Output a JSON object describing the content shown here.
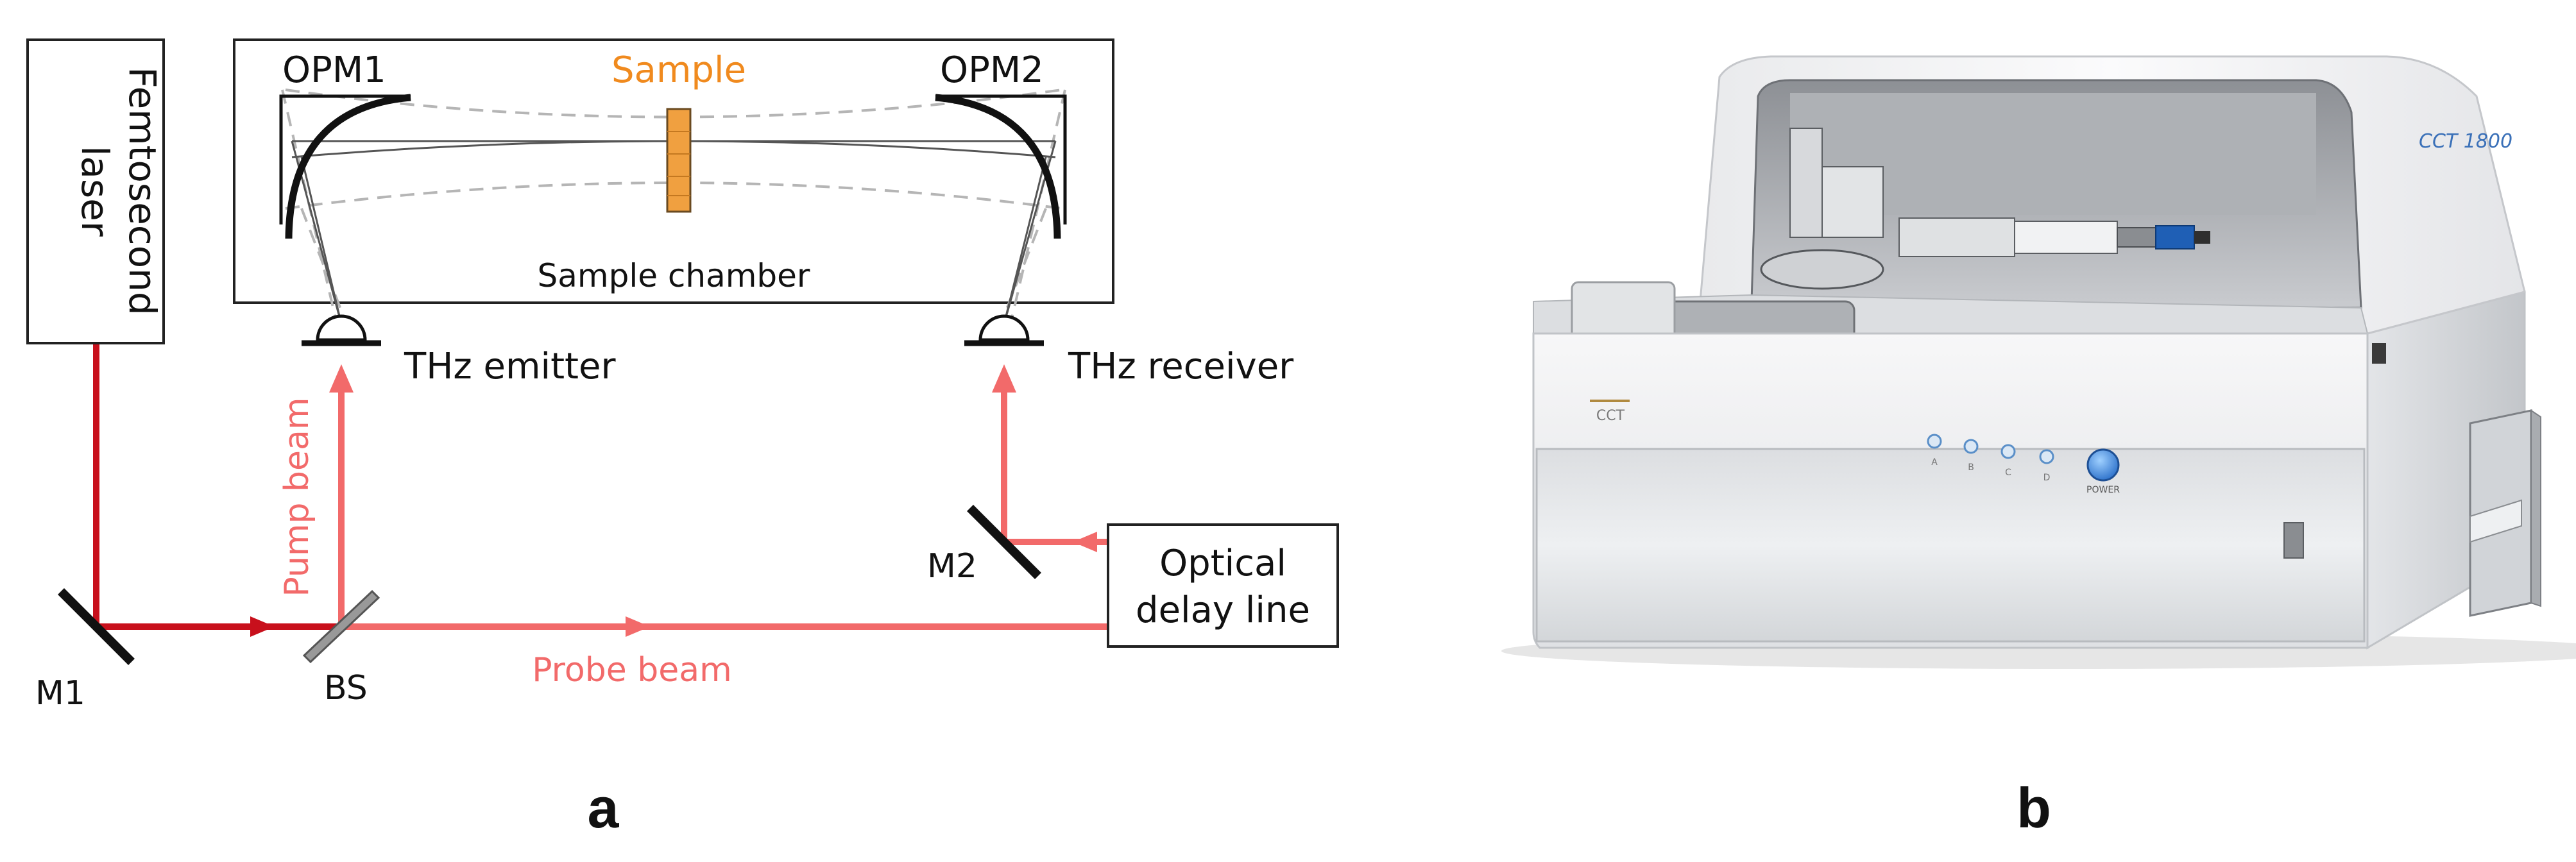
{
  "panel_a": {
    "laser_label_line1": "Femtosecond",
    "laser_label_line2": "laser",
    "opm1": "OPM1",
    "opm2": "OPM2",
    "sample": "Sample",
    "sample_chamber": "Sample chamber",
    "thz_emitter": "THz emitter",
    "thz_receiver": "THz receiver",
    "pump_beam": "Pump beam",
    "probe_beam": "Probe beam",
    "m1": "M1",
    "m2": "M2",
    "bs": "BS",
    "delay_line1": "Optical",
    "delay_line2": "delay line",
    "caption": "a"
  },
  "panel_b": {
    "model_text": "CCT 1800",
    "front_logo": "CCT",
    "button_labels": [
      "A",
      "B",
      "C",
      "D"
    ],
    "power_label": "POWER",
    "caption": "b"
  },
  "colors": {
    "laser_dark": "#c8101c",
    "laser_light": "#f26a6a",
    "sample": "#f0a040",
    "sample_text": "#f08a1e",
    "dashed": "#b5b5b5",
    "model_text": "#3a70b8"
  }
}
